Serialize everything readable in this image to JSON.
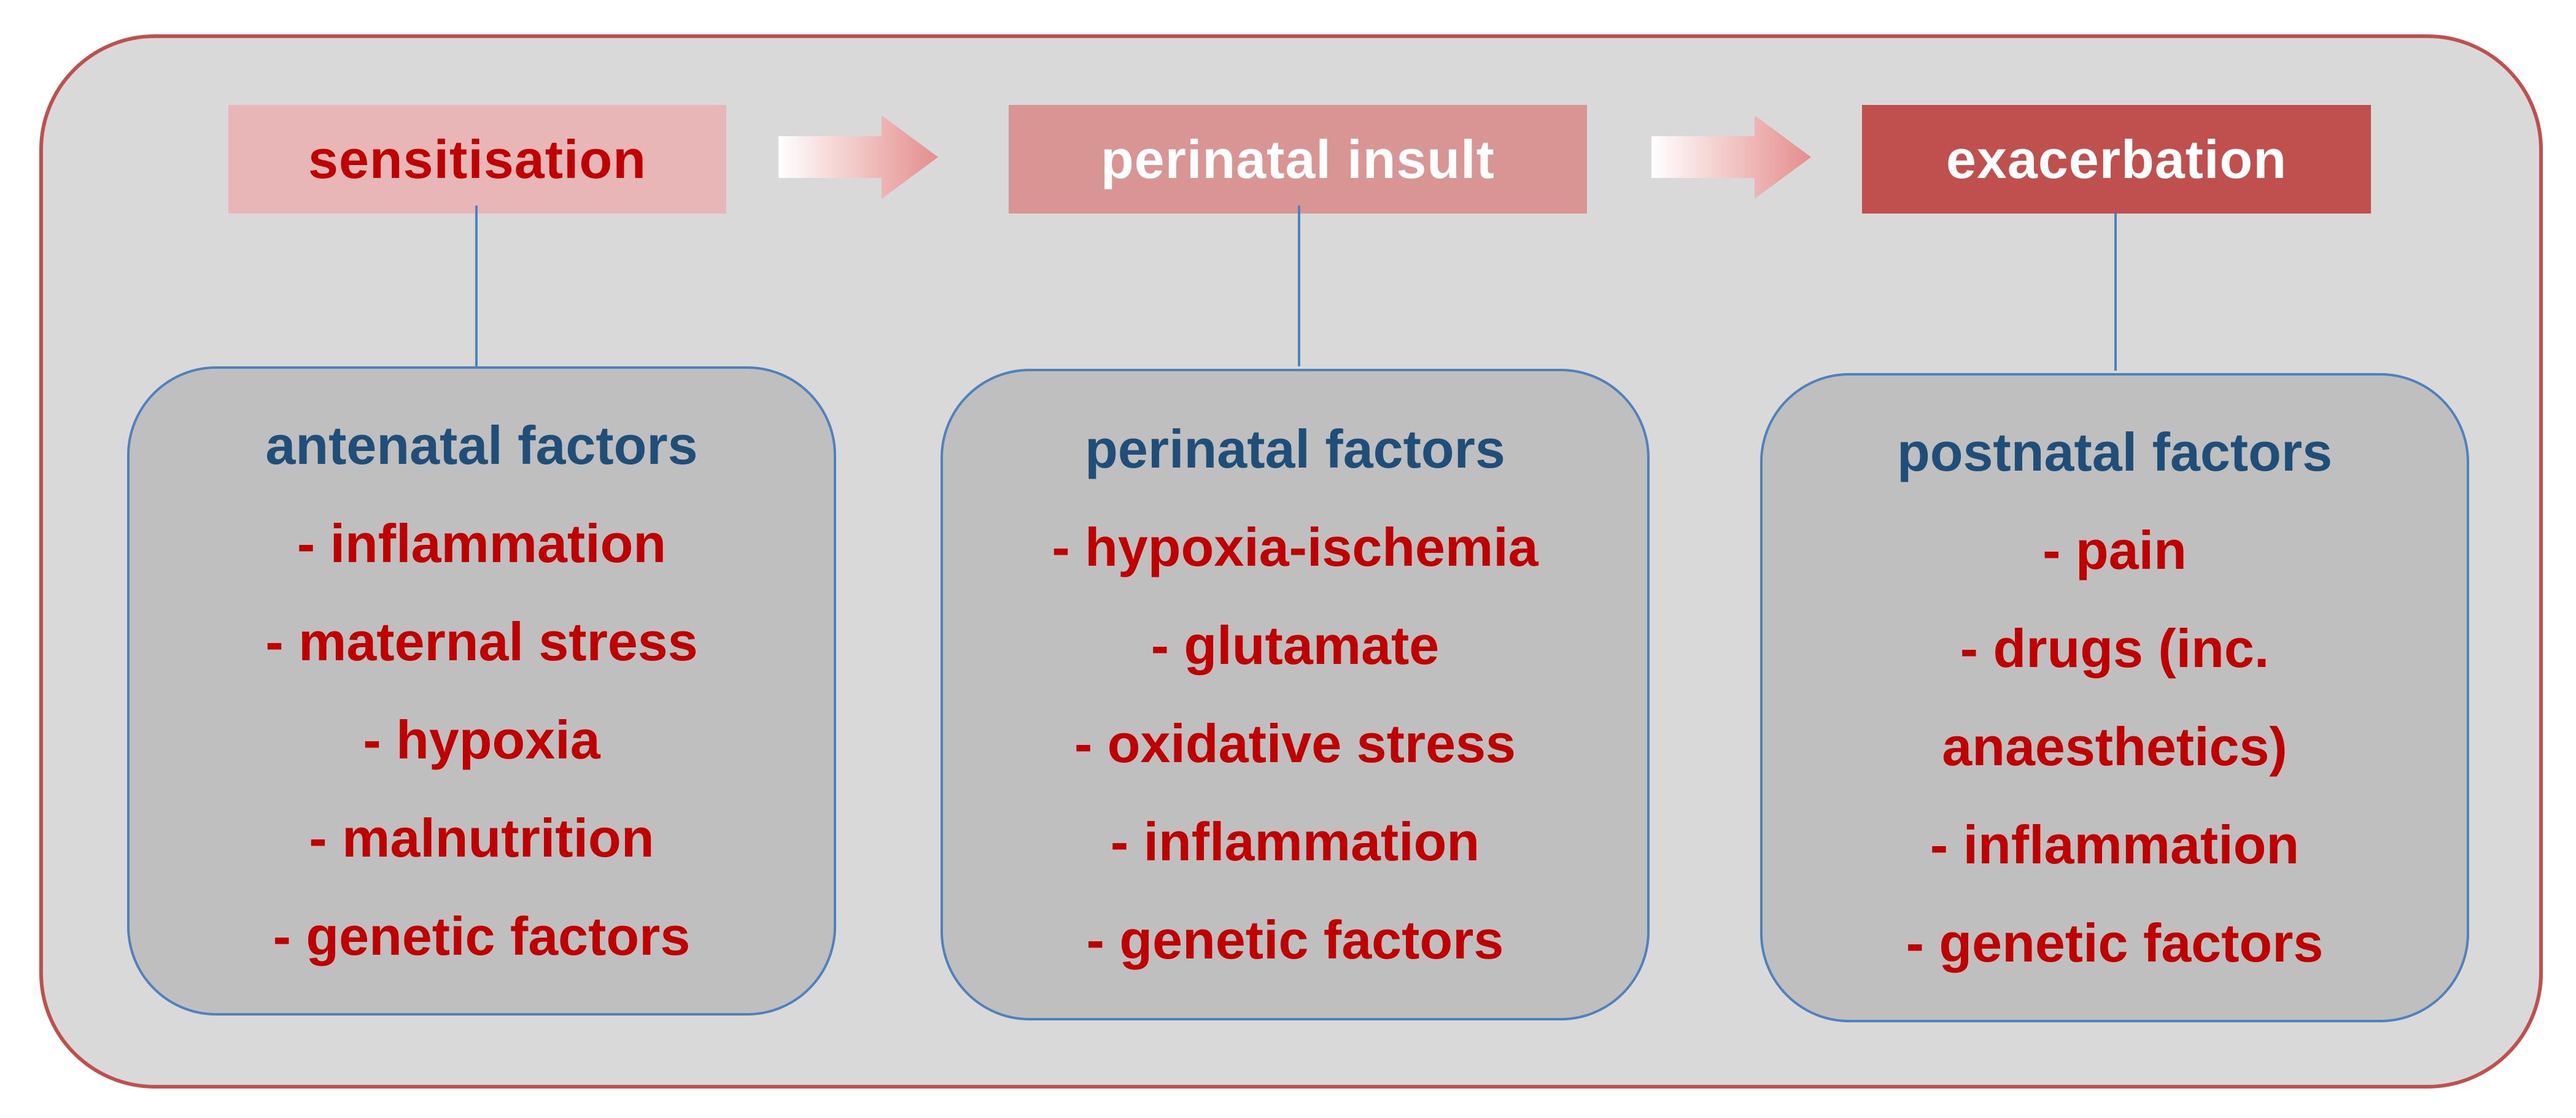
{
  "stages": [
    {
      "label": "sensitisation",
      "bg": "#e8b6b7",
      "text_color": "#c00000"
    },
    {
      "label": "perinatal insult",
      "bg": "#d99594",
      "text_color": "#ffffff"
    },
    {
      "label": "exacerbation",
      "bg": "#c0504d",
      "text_color": "#ffffff"
    }
  ],
  "factor_groups": [
    {
      "title": "antenatal factors",
      "items": [
        "- inflammation",
        "- maternal stress",
        "- hypoxia",
        "- malnutrition",
        "- genetic factors"
      ]
    },
    {
      "title": "perinatal factors",
      "items": [
        "- hypoxia-ischemia",
        "- glutamate",
        "- oxidative stress",
        "- inflammation",
        "- genetic factors"
      ]
    },
    {
      "title": "postnatal factors",
      "items": [
        "- pain",
        "- drugs (inc. anaesthetics)",
        "- inflammation",
        "- genetic factors"
      ]
    }
  ],
  "colors": {
    "frame_bg": "#d9d9d9",
    "frame_border": "#c0504d",
    "box_bg": "#bfbfbf",
    "box_border": "#4f81bd",
    "title_color": "#1f4e79",
    "item_color": "#c00000"
  }
}
